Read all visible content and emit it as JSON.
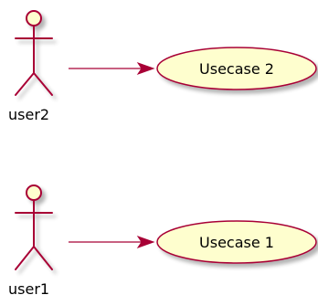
{
  "diagram": {
    "type": "uml-use-case",
    "colors": {
      "stroke": "#A80036",
      "fill": "#FEFECE",
      "text": "#000000",
      "shadow": "#C8C8C8"
    },
    "actors": [
      {
        "id": "user2",
        "label": "user2"
      },
      {
        "id": "user1",
        "label": "user1"
      }
    ],
    "usecases": [
      {
        "id": "uc2",
        "label": "Usecase 2"
      },
      {
        "id": "uc1",
        "label": "Usecase 1"
      }
    ],
    "links": [
      {
        "from": "user2",
        "to": "uc2"
      },
      {
        "from": "user1",
        "to": "uc1"
      }
    ]
  }
}
